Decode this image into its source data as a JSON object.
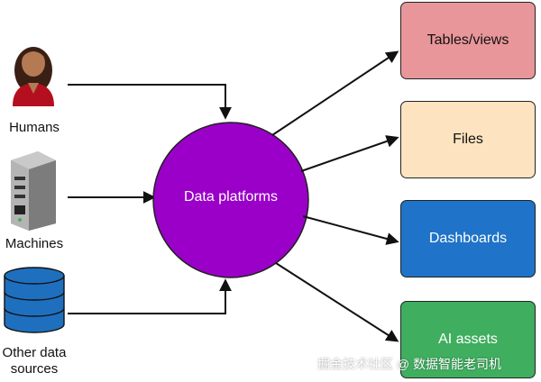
{
  "sources": {
    "humans": "Humans",
    "machines": "Machines",
    "other_line1": "Other data",
    "other_line2": "sources"
  },
  "hub": {
    "label": "Data platforms",
    "color": "#9b00c8"
  },
  "outputs": [
    {
      "label": "Tables/views",
      "color": "#e8969a",
      "text_color": "#111111"
    },
    {
      "label": "Files",
      "color": "#fde3c0",
      "text_color": "#111111"
    },
    {
      "label": "Dashboards",
      "color": "#1f73c8",
      "text_color": "#ffffff"
    },
    {
      "label": "AI assets",
      "color": "#3fae5f",
      "text_color": "#ffffff"
    }
  ],
  "icons": {
    "humans": "person-icon",
    "machines": "server-icon",
    "other": "database-icon"
  },
  "watermark": "掘金技术社区 @ 数据智能老司机"
}
